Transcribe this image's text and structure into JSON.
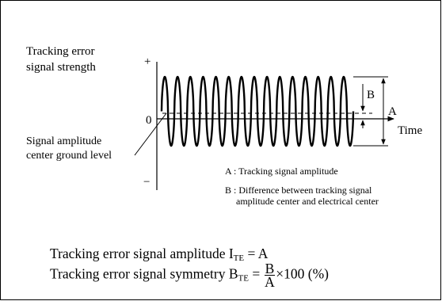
{
  "diagram": {
    "y_axis_label_line1": "Tracking error",
    "y_axis_label_line2": "signal strength",
    "plus_sign": "+",
    "minus_sign": "−",
    "zero_label": "0",
    "time_label": "Time",
    "ground_label_line1": "Signal amplitude",
    "ground_label_line2": "center ground level",
    "marker_a": "A",
    "marker_b": "B",
    "legend_a": "A : Tracking signal amplitude",
    "legend_b_line1": "B : Difference between tracking signal",
    "legend_b_line2": "amplitude center and electrical center",
    "cycles": 15
  },
  "formulas": {
    "amplitude_text": "Tracking error signal amplitude I",
    "amplitude_sub": "TE",
    "amplitude_rhs": " = A",
    "symmetry_text": "Tracking error signal symmetry B",
    "symmetry_sub": "TE",
    "symmetry_eq": " = ",
    "frac_num": "B",
    "frac_den": "A",
    "symmetry_rhs": "×100 (%)"
  }
}
